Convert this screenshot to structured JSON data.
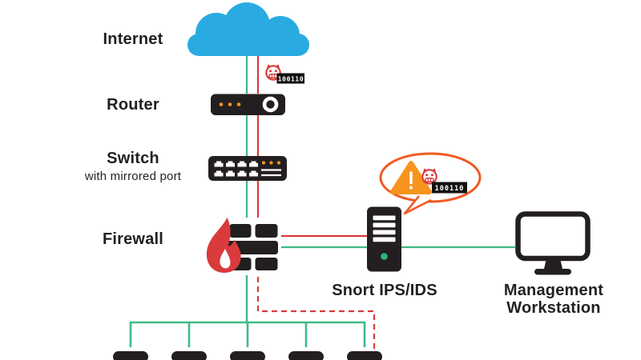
{
  "colors": {
    "cloud_blue": "#29ABE2",
    "line_green": "#3EBB85",
    "line_red": "#D93A3C",
    "device_black": "#231F20",
    "bubble_orange": "#F15A24",
    "warning_orange": "#F7941D",
    "led_orange": "#F7941D",
    "led_green": "#2BB673",
    "badge_black": "#111111",
    "badge_text_white": "#FFFFFF",
    "text_black": "#231F20"
  },
  "nodes": {
    "internet": {
      "label": "Internet"
    },
    "router": {
      "label": "Router"
    },
    "switch": {
      "label": "Switch",
      "sublabel": "with mirrored port"
    },
    "firewall": {
      "label": "Firewall"
    },
    "snort": {
      "label": "Snort IPS/IDS"
    },
    "workstation": {
      "label_line1": "Management",
      "label_line2": "Workstation"
    },
    "endpoints": {
      "count": 5
    }
  },
  "packets": {
    "inline_malware": {
      "binary": "100110"
    },
    "alert": {
      "binary": "100110"
    }
  }
}
